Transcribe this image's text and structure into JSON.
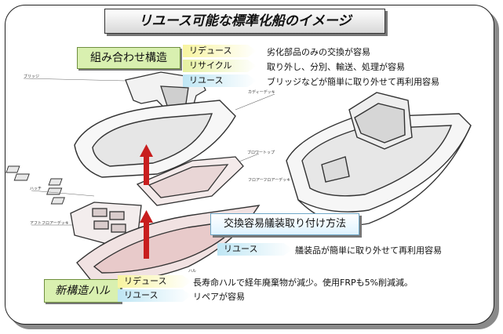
{
  "title": "リユース可能な標準化船のイメージ",
  "groups": {
    "modular": "組み合わせ構造",
    "new_hull": "新構造ハル"
  },
  "modular_items": [
    {
      "tag": "リデュース",
      "text": "劣化部品のみの交換が容易"
    },
    {
      "tag": "リサイクル",
      "text": "取り外し、分別、輸送、処理が容易"
    },
    {
      "tag": "リユース",
      "text": "ブリッジなどが簡単に取り外せて再利用容易"
    }
  ],
  "method": {
    "label": "交換容易艤装取り付け方法",
    "tag": "リユース",
    "text": "艤装品が簡単に取り外せて再利用容易"
  },
  "hull_items": [
    {
      "tag": "リデュース",
      "text": "長寿命ハルで経年廃棄物が減少。使用FRPも5%削減減。"
    },
    {
      "tag": "リユース",
      "text": "リペアが容易"
    }
  ],
  "part_labels": {
    "bridge": "ブリッジ",
    "cabin_deck": "カディーデッキ",
    "blower": "ブロワートップ",
    "floor": "フロアーフロアーデッキ",
    "hatch": "ハッチ",
    "aft": "アフトフロアーデッキ",
    "hull": "ハル"
  }
}
